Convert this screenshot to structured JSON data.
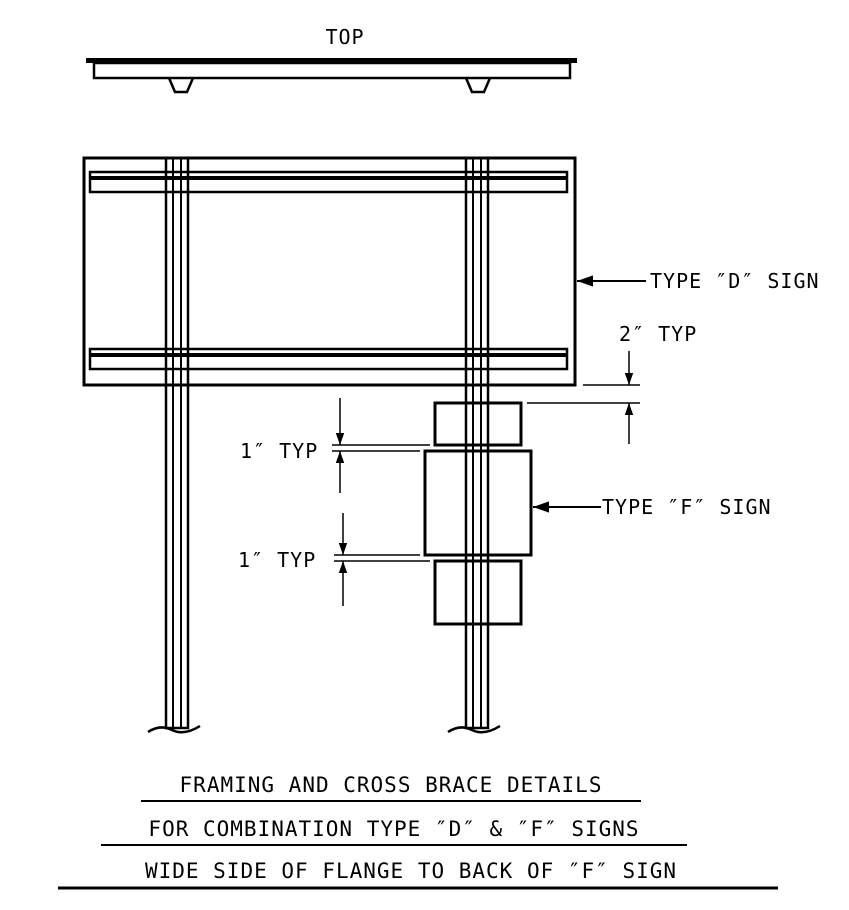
{
  "labels": {
    "top_view": "TOP",
    "type_d_sign": "TYPE ″D″ SIGN",
    "type_f_sign": "TYPE ″F″ SIGN",
    "dim_2in": "2″ TYP",
    "dim_1in_upper": "1″ TYP",
    "dim_1in_lower": "1″ TYP"
  },
  "title": {
    "line1": "FRAMING AND CROSS BRACE DETAILS",
    "line2": "FOR COMBINATION TYPE ″D″ & ″F″ SIGNS",
    "line3": "WIDE SIDE OF FLANGE TO BACK OF ″F″ SIGN"
  }
}
